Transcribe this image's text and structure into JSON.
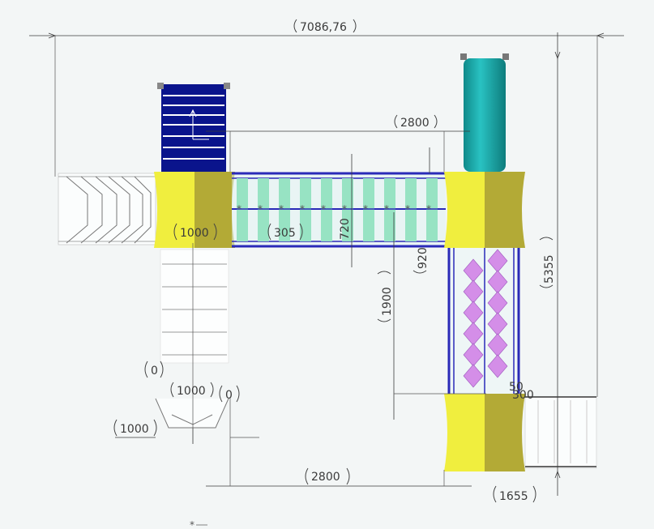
{
  "dimensions": {
    "overall_width": "7086,76",
    "top_span": "2800",
    "left_tower": "1000",
    "bridge_slat": "305",
    "bridge_width": "720",
    "right_offset": "920",
    "vertical_gap": "1900",
    "overall_height": "5355",
    "base_left": "1000",
    "base_width": "1000",
    "zero_top": "0",
    "zero_right": "0",
    "bottom_span": "2800",
    "right_base": "1655",
    "small_50": "50",
    "small_300": "300"
  },
  "colors": {
    "tower": "#f0ee3e",
    "tower_shade": "#b3aa36",
    "roof_navy": "#0a148c",
    "roof_teal": "#159c9c",
    "bridge_slat": "#97e3c3",
    "frame": "#2a2ab8",
    "climb": "#d48ee8"
  }
}
